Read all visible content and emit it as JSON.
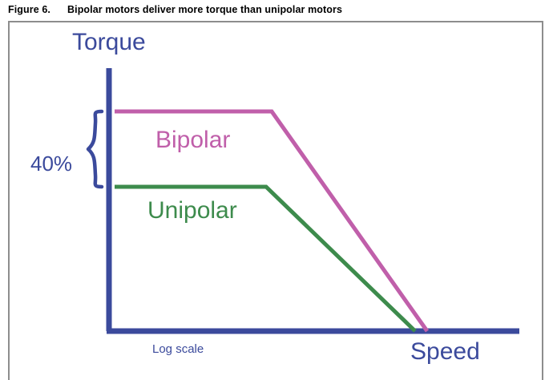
{
  "figure": {
    "number": "Figure 6.",
    "title": "Bipolar motors deliver more torque than unipolar motors"
  },
  "colors": {
    "axis_blue": "#3b4a9c",
    "label_blue": "#3b4a9c",
    "bipolar_magenta": "#c05faa",
    "unipolar_green": "#3d8b4c",
    "frame_gray": "#8d8d8d",
    "background": "#ffffff",
    "caption_text": "#000000"
  },
  "chart_data": {
    "type": "line",
    "title": "Bipolar motors deliver more torque than unipolar motors",
    "xlabel": "Speed",
    "ylabel": "Torque",
    "x_axis_note": "Log scale",
    "grid": false,
    "legend": "inline-labels",
    "annotations": [
      {
        "name": "torque-difference-brace",
        "text": "40%",
        "describes": "Difference in flat-region holding torque between bipolar and unipolar curves",
        "spans_series": [
          "Unipolar",
          "Bipolar"
        ]
      }
    ],
    "axis_ranges": {
      "x": [
        0,
        1
      ],
      "y": [
        0,
        1
      ]
    },
    "series": [
      {
        "name": "Bipolar",
        "color": "#c05faa",
        "label_text": "Bipolar",
        "flat_torque": 1.0,
        "points": [
          {
            "x": 0.0,
            "y": 1.0
          },
          {
            "x": 0.385,
            "y": 1.0
          },
          {
            "x": 0.765,
            "y": 0.0
          }
        ]
      },
      {
        "name": "Unipolar",
        "color": "#3d8b4c",
        "label_text": "Unipolar",
        "flat_torque": 0.7,
        "points": [
          {
            "x": 0.0,
            "y": 0.7
          },
          {
            "x": 0.373,
            "y": 0.7
          },
          {
            "x": 0.735,
            "y": 0.0
          }
        ]
      }
    ]
  },
  "labels": {
    "torque": "Torque",
    "speed": "Speed",
    "log_scale": "Log scale",
    "percent_difference": "40%",
    "bipolar": "Bipolar",
    "unipolar": "Unipolar"
  }
}
